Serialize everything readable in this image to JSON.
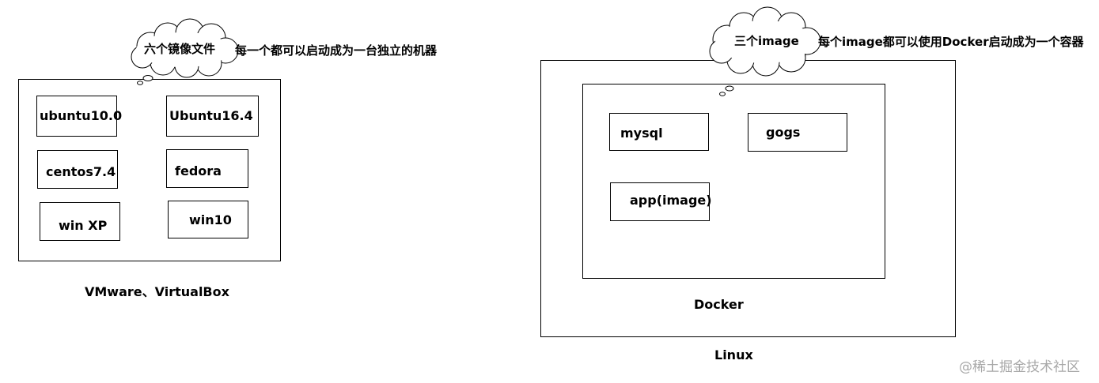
{
  "left": {
    "images": [
      "ubuntu10.0",
      "Ubuntu16.4",
      "centos7.4",
      "fedora",
      "win XP",
      "win10"
    ],
    "caption": "VMware、VirtualBox",
    "cloud_text": "六个镜像文件",
    "note": "每一个都可以启动成为一台独立的机器"
  },
  "right": {
    "images": [
      "mysql",
      "gogs",
      "app(image)"
    ],
    "docker_label": "Docker",
    "linux_label": "Linux",
    "cloud_text": "三个image",
    "note": "每个image都可以使用Docker启动成为一个容器"
  },
  "watermark": "@稀土掘金技术社区"
}
